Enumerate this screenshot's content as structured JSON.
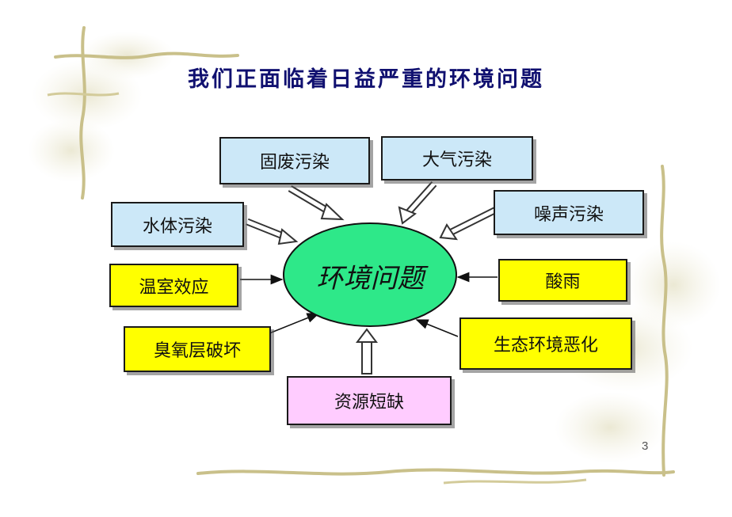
{
  "slide": {
    "title": "我们正面临着日益严重的环境问题",
    "page_number": "3"
  },
  "diagram": {
    "center": "环境问题",
    "nodes": {
      "solid_waste": "固废污染",
      "air": "大气污染",
      "water": "水体污染",
      "noise": "噪声污染",
      "greenhouse": "温室效应",
      "acid_rain": "酸雨",
      "ozone": "臭氧层破坏",
      "ecology": "生态环境恶化",
      "resources": "资源短缺"
    }
  },
  "colors": {
    "blue_box": "#cce8f8",
    "yellow_box": "#ffff00",
    "pink_box": "#ffccff",
    "center_ellipse": "#2ee889",
    "title": "#101070"
  }
}
